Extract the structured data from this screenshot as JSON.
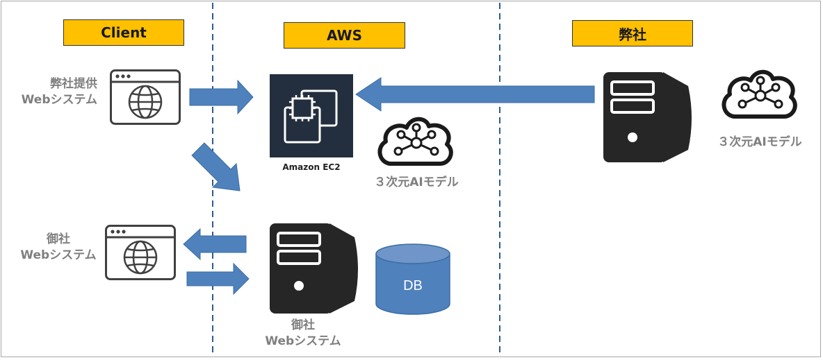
{
  "columns": {
    "client": "Client",
    "aws": "AWS",
    "company": "弊社"
  },
  "labels": {
    "company_system_line1": "弊社提供",
    "company_system_line2": "Webシステム",
    "client_system_line1": "御社",
    "client_system_line2": "Webシステム",
    "aws_server_line1": "御社",
    "aws_server_line2": "Webシステム",
    "ec2_caption": "Amazon EC2",
    "ai_model_aws": "３次元AIモデル",
    "ai_model_company": "３次元AIモデル",
    "db_label": "DB"
  },
  "colors": {
    "header_fill": "#ffc000",
    "arrow_fill": "#4f81bd",
    "db_fill": "#4f81bd",
    "server_fill": "#262626",
    "ec2_fill": "#232f3e",
    "divider": "#2e5a8c",
    "label_gray": "#7f7f7f"
  },
  "icons": [
    "browser-window-icon",
    "globe-icon",
    "server-icon",
    "ec2-chip-icon",
    "ai-brain-network-icon",
    "database-cylinder-icon"
  ]
}
